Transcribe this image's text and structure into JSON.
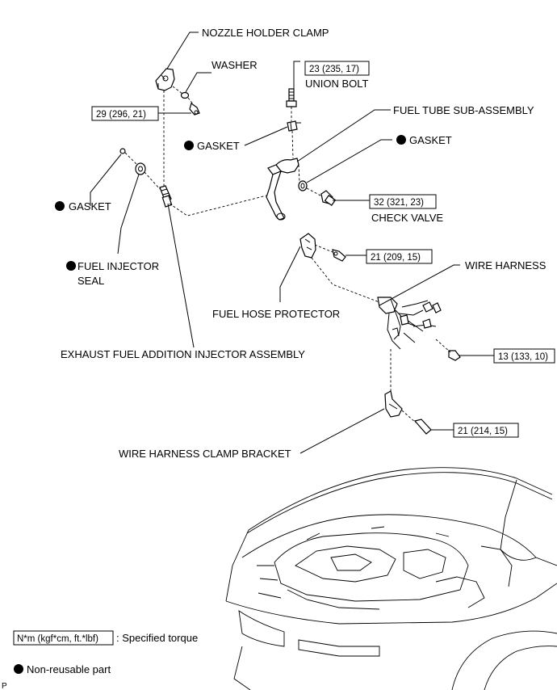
{
  "labels": {
    "nozzle_holder_clamp": "NOZZLE HOLDER CLAMP",
    "washer": "WASHER",
    "union_bolt": "UNION BOLT",
    "fuel_tube": "FUEL TUBE SUB-ASSEMBLY",
    "gasket_union": "GASKET",
    "gasket_check": "GASKET",
    "gasket_injector": "GASKET",
    "check_valve": "CHECK VALVE",
    "fuel_injector_seal_1": "FUEL INJECTOR",
    "fuel_injector_seal_2": "SEAL",
    "wire_harness": "WIRE HARNESS",
    "fuel_hose_protector": "FUEL HOSE PROTECTOR",
    "exhaust_injector": "EXHAUST FUEL ADDITION INJECTOR ASSEMBLY",
    "wire_harness_clamp_bracket": "WIRE HARNESS CLAMP BRACKET",
    "page_marker": "P"
  },
  "torques": {
    "union_bolt": "23 (235, 17)",
    "nozzle_clamp_bolt": "29 (296, 21)",
    "check_valve": "32 (321, 23)",
    "protector_bolt": "21 (209, 15)",
    "harness_bolt": "13 (133, 10)",
    "bracket_bolt": "21 (214, 15)"
  },
  "legend": {
    "torque_box": "N*m (kgf*cm, ft.*lbf)",
    "torque_desc": ": Specified torque",
    "nonreusable_desc": "Non-reusable part"
  },
  "icons": {
    "nonreusable": "filled-circle-icon"
  }
}
